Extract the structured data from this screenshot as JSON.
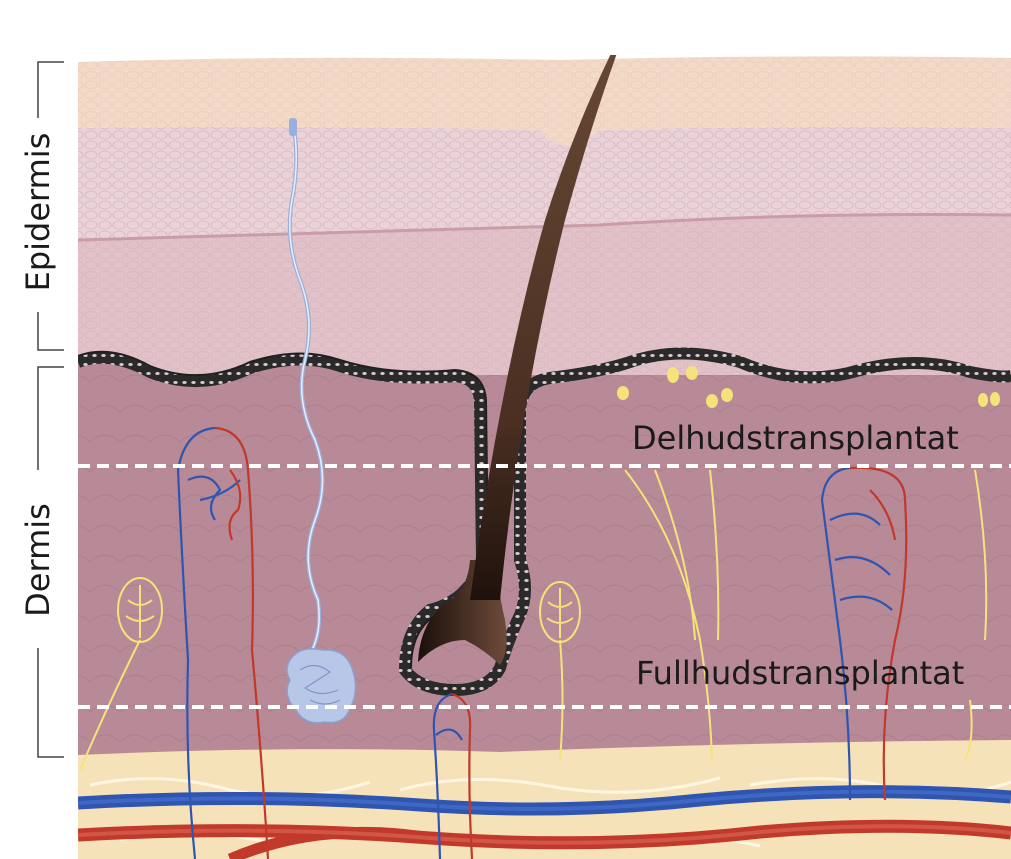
{
  "labels": {
    "epidermis": "Epidermis",
    "dermis": "Dermis",
    "split_graft": "Delhudstransplantat",
    "full_graft": "Fullhudstransplantat"
  },
  "colors": {
    "background": "#ffffff",
    "stratum_corneum": "#f3d9c6",
    "epidermis_upper": "#ead3d8",
    "epidermis_lower": "#e2c1c8",
    "basement_membrane": "#2a2a2a",
    "dermis": "#b88a97",
    "subcutis": "#f6e2b8",
    "hair": "#5b3d2c",
    "vein": "#2f55b0",
    "artery": "#c0392b",
    "nerve": "#f4e27a",
    "sweat_gland": "#b8c7e8",
    "dashed_line": "#ffffff",
    "bracket": "#444444"
  }
}
